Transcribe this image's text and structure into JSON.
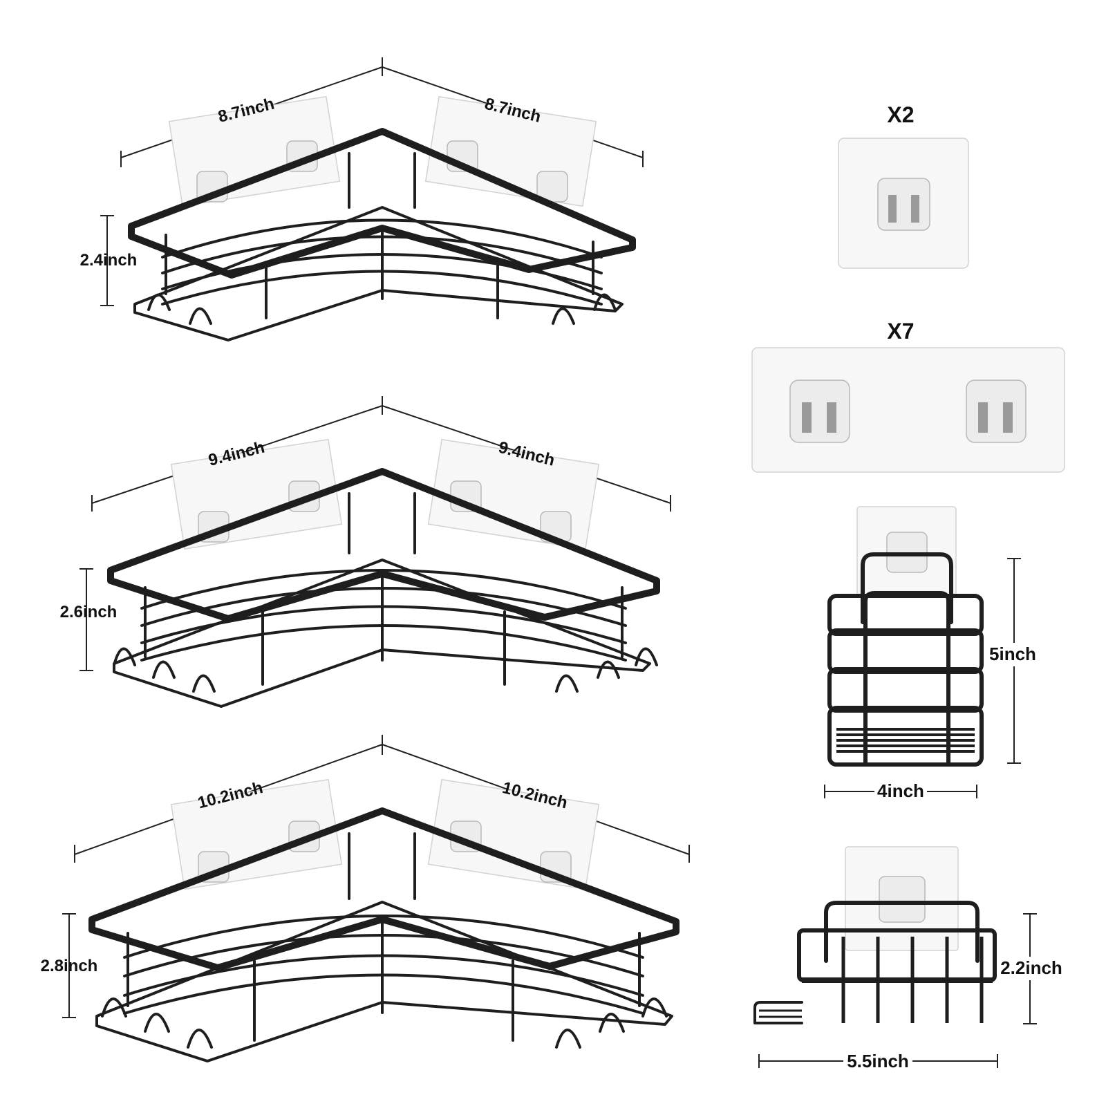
{
  "colors": {
    "metal": "#1e1e1e",
    "pad_fill": "#f7f7f7",
    "pad_edge": "#d2d2d2",
    "text": "#111111"
  },
  "baskets": [
    {
      "left_width": "8.7inch",
      "right_width": "8.7inch",
      "height": "2.4inch"
    },
    {
      "left_width": "9.4inch",
      "right_width": "9.4inch",
      "height": "2.6inch"
    },
    {
      "left_width": "10.2inch",
      "right_width": "10.2inch",
      "height": "2.8inch"
    }
  ],
  "hooks": {
    "single": {
      "quantity": "X2"
    },
    "double": {
      "quantity": "X7"
    }
  },
  "holder": {
    "height": "5inch",
    "width": "4inch"
  },
  "soap_dish": {
    "height": "2.2inch",
    "width": "5.5inch"
  }
}
